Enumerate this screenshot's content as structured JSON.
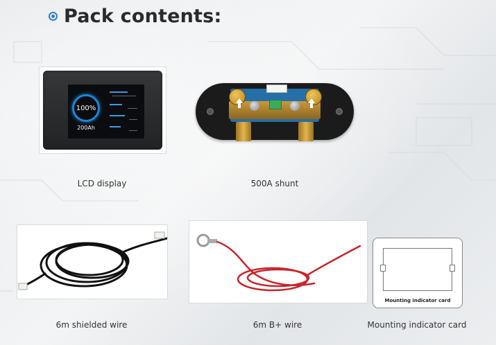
{
  "heading": {
    "title": "Pack contents:"
  },
  "items": [
    {
      "caption": "LCD display"
    },
    {
      "caption": "500A shunt"
    },
    {
      "caption": "6m shielded wire"
    },
    {
      "caption": "6m B+ wire"
    },
    {
      "caption": "Mounting indicator card"
    }
  ],
  "lcd": {
    "percent": "100%",
    "capacity": "200Ah"
  },
  "mounting_card": {
    "label": "Mounting indicator card"
  },
  "colors": {
    "accent": "#2d7fc4",
    "title": "#2a2a2a",
    "lcd_ring": "#1a86d8",
    "wire_red": "#c8242a"
  },
  "icons": {
    "bullet": "circle-bullet-icon"
  }
}
